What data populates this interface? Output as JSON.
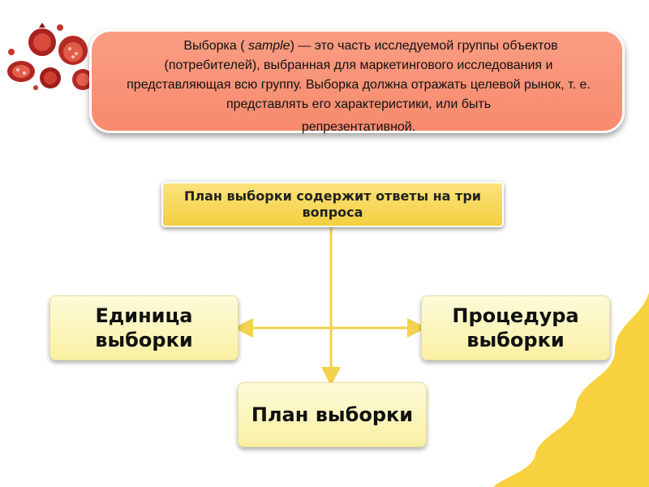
{
  "definition": {
    "line_start": "Выборка ( ",
    "term_en": "sample",
    "body": ") — это часть исследуемой группы объектов (потребителей), выбранная для маркетингового исследования и представляющая всю группу. Выборка должна отражать целевой рынок, т. е. представлять его характеристики, или быть",
    "last_line": "репрезентативной."
  },
  "diagram": {
    "header": "План выборки содержит ответы на три вопроса",
    "nodes": {
      "unit": "Единица выборки",
      "procedure": "Процедура выборки",
      "plan": "План выборки"
    }
  },
  "colors": {
    "definition_fill": "#f88a6d",
    "header_fill": "#f3cf3f",
    "node_fill": "#f9f0a3",
    "connector": "#f2d24e",
    "corner_blob": "#f7d23e"
  }
}
